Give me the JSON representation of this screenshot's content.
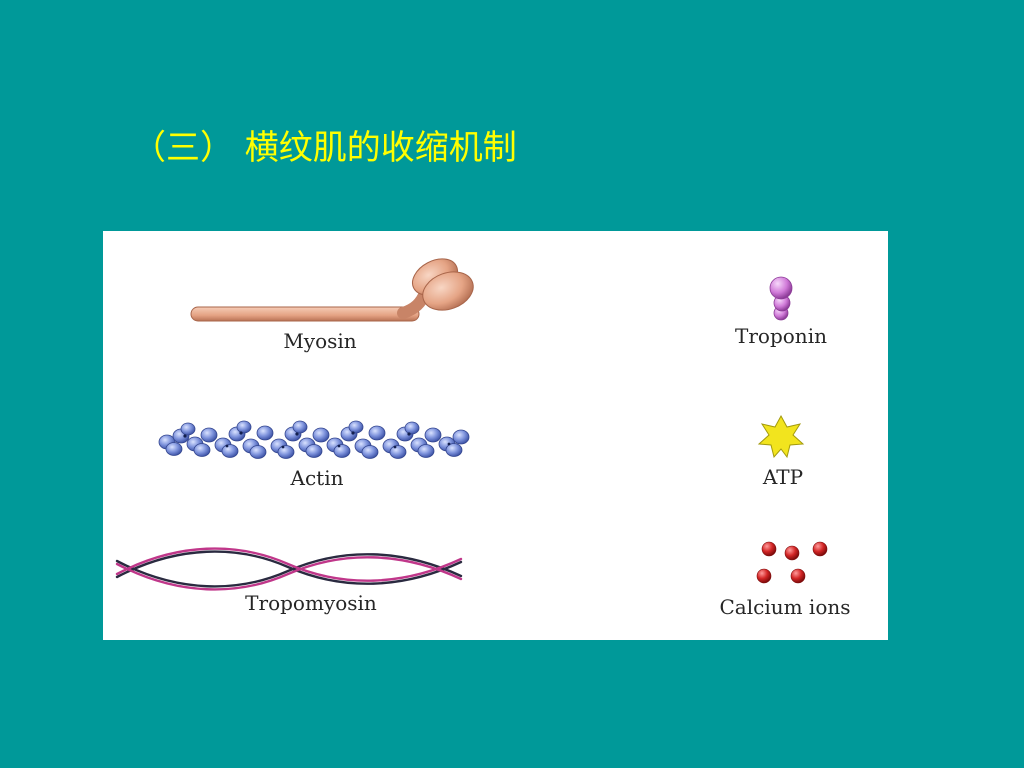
{
  "slide": {
    "title": "（三） 横纹肌的收缩机制",
    "background_color": "#009999",
    "title_color": "#ffff00"
  },
  "figure": {
    "labels": {
      "myosin": "Myosin",
      "actin": "Actin",
      "tropomyosin": "Tropomyosin",
      "troponin": "Troponin",
      "atp": "ATP",
      "calcium_ions": "Calcium ions"
    },
    "colors": {
      "myosin": "#e8a98c",
      "actin": "#6f86d6",
      "tropomyosin_dark": "#2a2a40",
      "tropomyosin_light": "#c0378a",
      "troponin": "#d37fd9",
      "atp": "#f2e41e",
      "calcium": "#cc1f1f"
    }
  }
}
